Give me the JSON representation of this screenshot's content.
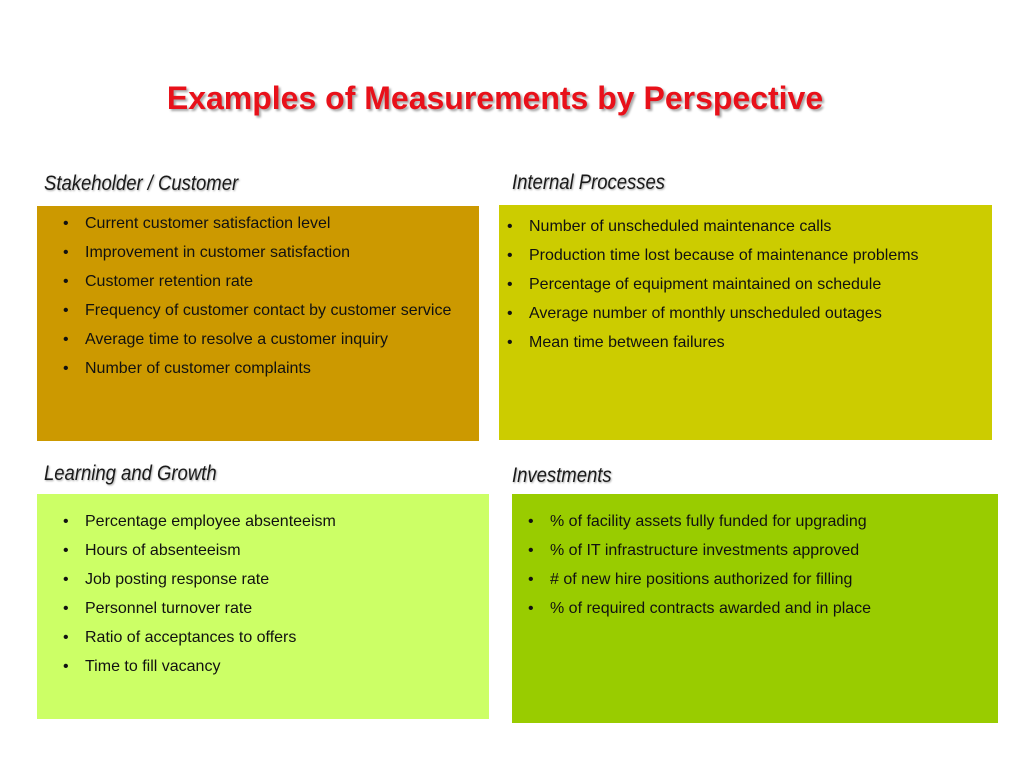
{
  "title": "Examples of Measurements by Perspective",
  "colors": {
    "title": "#e8111a",
    "stakeholder_bg": "#cc9900",
    "internal_bg": "#cccc00",
    "learning_bg": "#ccff66",
    "investments_bg": "#99cc00"
  },
  "quadrants": [
    {
      "heading": "Stakeholder / Customer",
      "items": [
        "Current customer satisfaction level",
        "Improvement in customer satisfaction",
        "Customer retention rate",
        "Frequency of customer contact by customer service",
        "Average time to resolve a customer inquiry",
        "Number of customer complaints"
      ]
    },
    {
      "heading": "Internal Processes",
      "items": [
        "Number of unscheduled maintenance calls",
        "Production time lost because of maintenance problems",
        "Percentage of equipment maintained on schedule",
        "Average number of monthly unscheduled outages",
        "Mean time between failures"
      ]
    },
    {
      "heading": "Learning and Growth",
      "items": [
        "Percentage employee absenteeism",
        "Hours of absenteeism",
        "Job posting response rate",
        "Personnel turnover rate",
        "Ratio of acceptances to offers",
        "Time to fill vacancy"
      ]
    },
    {
      "heading": "Investments",
      "items": [
        "% of facility assets fully funded for upgrading",
        "% of IT infrastructure investments approved",
        "# of new hire positions authorized for filling",
        "% of required contracts awarded and in place"
      ]
    }
  ]
}
